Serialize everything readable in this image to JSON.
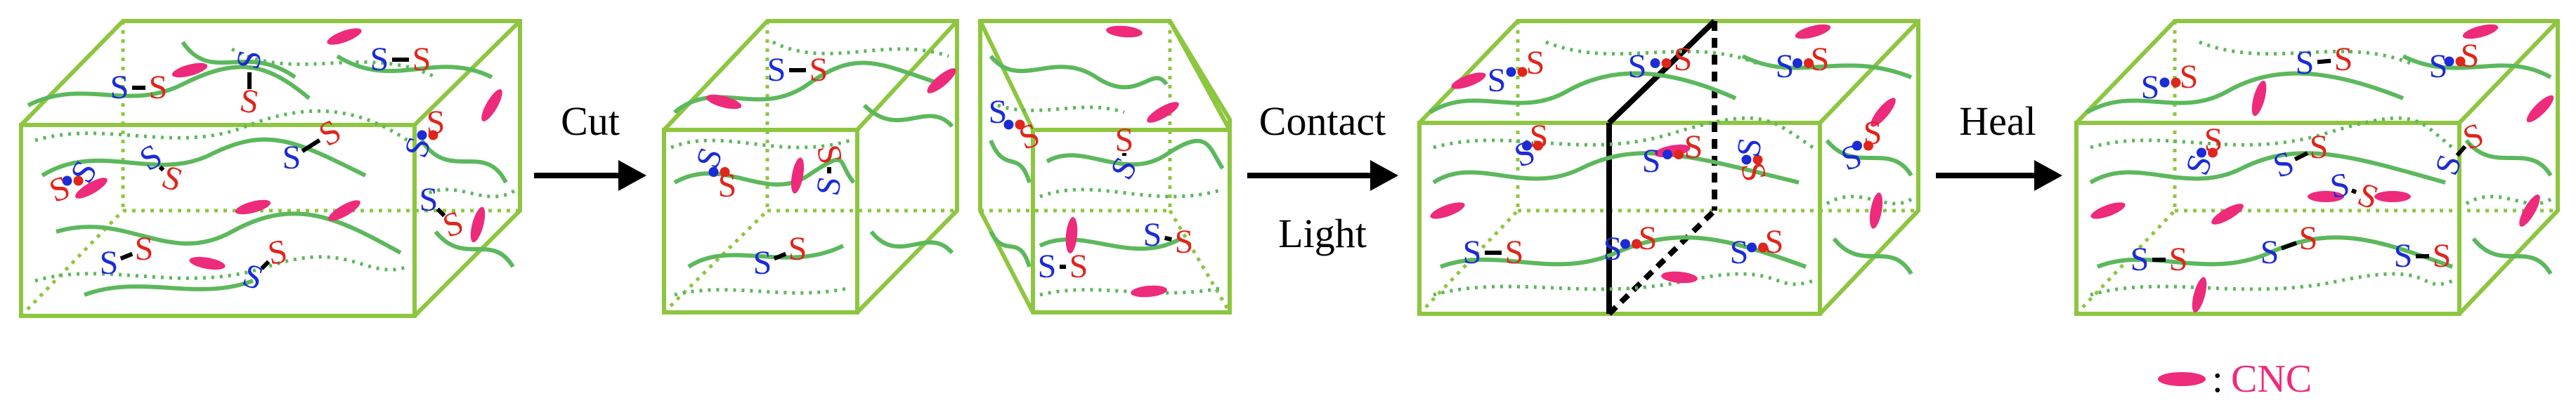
{
  "steps": {
    "cut": "Cut",
    "contact": "Contact",
    "light": "Light",
    "heal": "Heal"
  },
  "atoms": {
    "sulfur": "S"
  },
  "legend": {
    "colon": ":",
    "cnc_label": "CNC"
  },
  "colors": {
    "box_edge": "#8dc63f",
    "polymer_chain": "#5cb85c",
    "cnc": "#ee2a7b",
    "sulfur_blue": "#1b2bd6",
    "sulfur_red": "#e0251c",
    "bond": "#000000"
  }
}
